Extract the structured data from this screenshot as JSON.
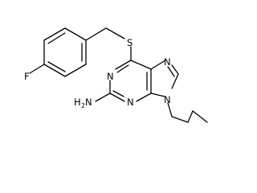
{
  "molecule": {
    "atom_labels": {
      "fluorine": "F",
      "sulfur": "S",
      "n1": "N",
      "n3": "N",
      "n7": "N",
      "n9": "N",
      "amine_h": "H",
      "amine_h_count": "2",
      "amine_n": "N"
    }
  },
  "colors": {
    "bond": "#000000",
    "text": "#000000",
    "background": "#ffffff"
  }
}
